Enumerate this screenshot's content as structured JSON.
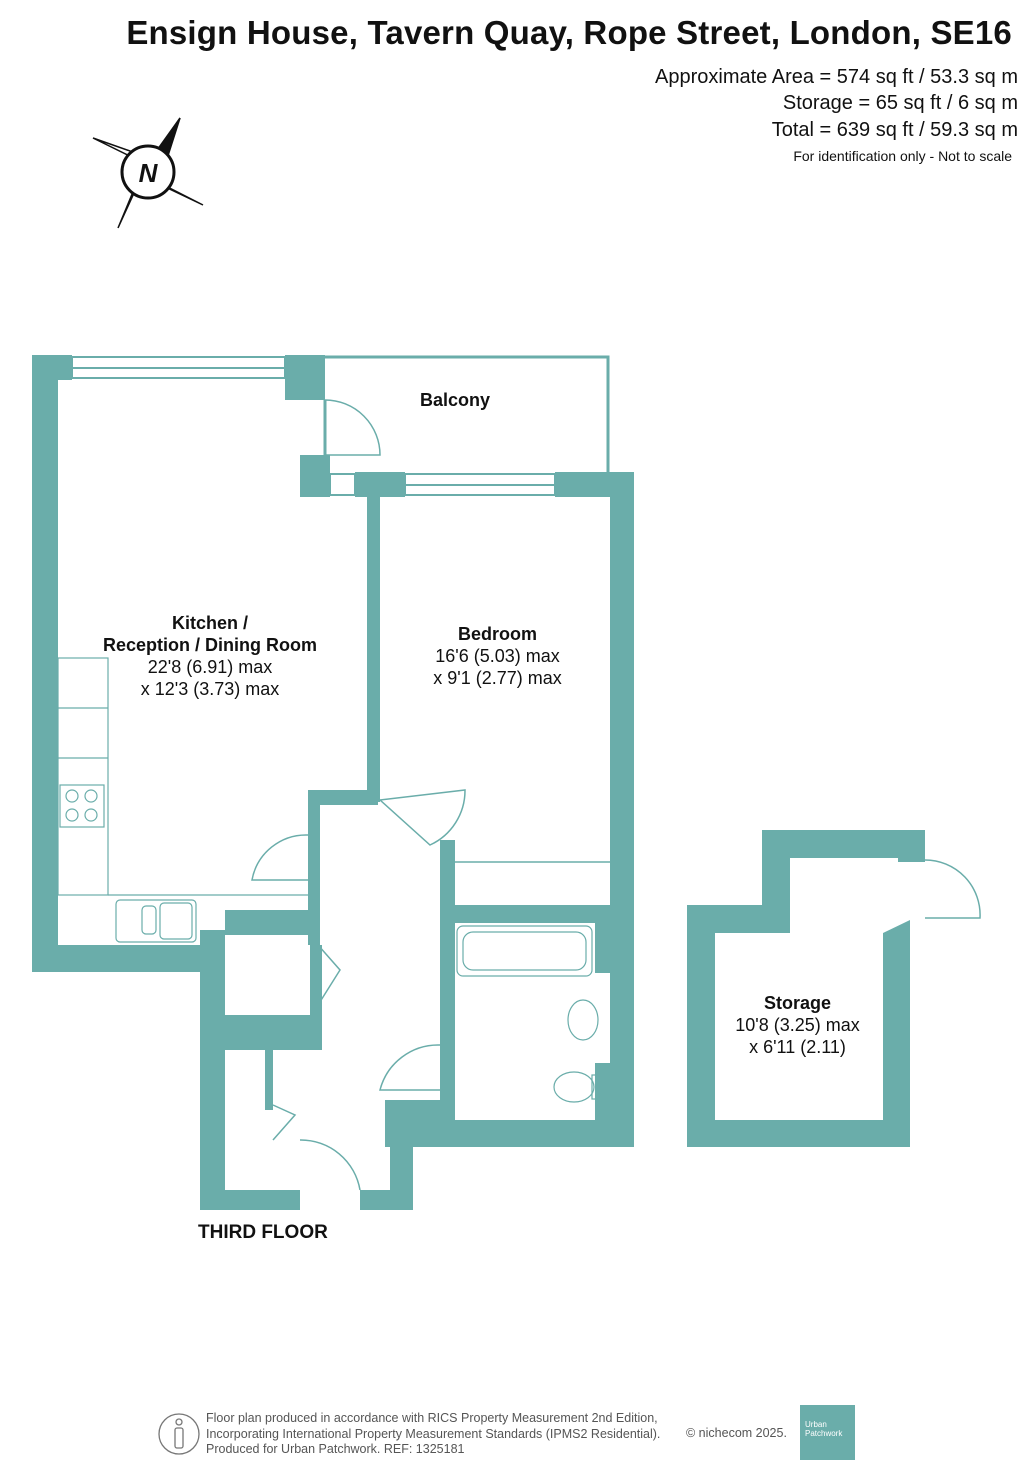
{
  "header": {
    "title": "Ensign House, Tavern Quay, Rope Street, London, SE16",
    "approx_area": "Approximate Area = 574 sq ft / 53.3 sq m",
    "storage_area": "Storage = 65 sq ft / 6 sq m",
    "total_area": "Total = 639 sq ft / 59.3 sq m",
    "disclaimer": "For identification only - Not to scale"
  },
  "compass": {
    "label": "N",
    "icon": "north-arrow-icon"
  },
  "rooms": {
    "balcony": {
      "name": "Balcony"
    },
    "kitchen": {
      "name1": "Kitchen /",
      "name2": "Reception / Dining Room",
      "dim1": "22'8 (6.91) max",
      "dim2": "x 12'3 (3.73) max"
    },
    "bedroom": {
      "name": "Bedroom",
      "dim1": "16'6 (5.03) max",
      "dim2": "x 9'1 (2.77) max"
    },
    "storage": {
      "name": "Storage",
      "dim1": "10'8 (3.25) max",
      "dim2": "x 6'11 (2.11)"
    }
  },
  "floor_label": "THIRD FLOOR",
  "footer": {
    "line1": "Floor plan produced in accordance with RICS Property Measurement 2nd Edition,",
    "line2": "Incorporating International Property Measurement Standards (IPMS2 Residential).",
    "line3": "Produced for Urban Patchwork.   REF: 1325181",
    "copyright": "© nichecom 2025.",
    "logo_text": "Urban Patchwork"
  },
  "colors": {
    "wall": "#6aadaa"
  }
}
